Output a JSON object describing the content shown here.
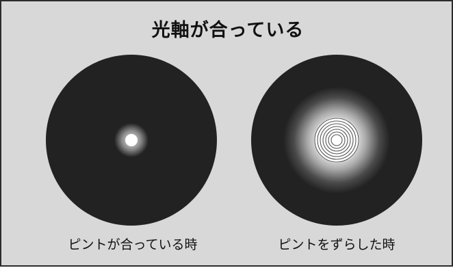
{
  "title": "光軸が合っている",
  "views": [
    {
      "caption": "ピントが合っている時",
      "state": "in-focus",
      "ring_count": 0
    },
    {
      "caption": "ピントをずらした時",
      "state": "defocused",
      "ring_count": 7
    }
  ],
  "colors": {
    "background": "#d8d8d8",
    "field": "#222222",
    "border": "#2b2b2b",
    "spot": "#ffffff",
    "ring_stroke": "#555555"
  }
}
